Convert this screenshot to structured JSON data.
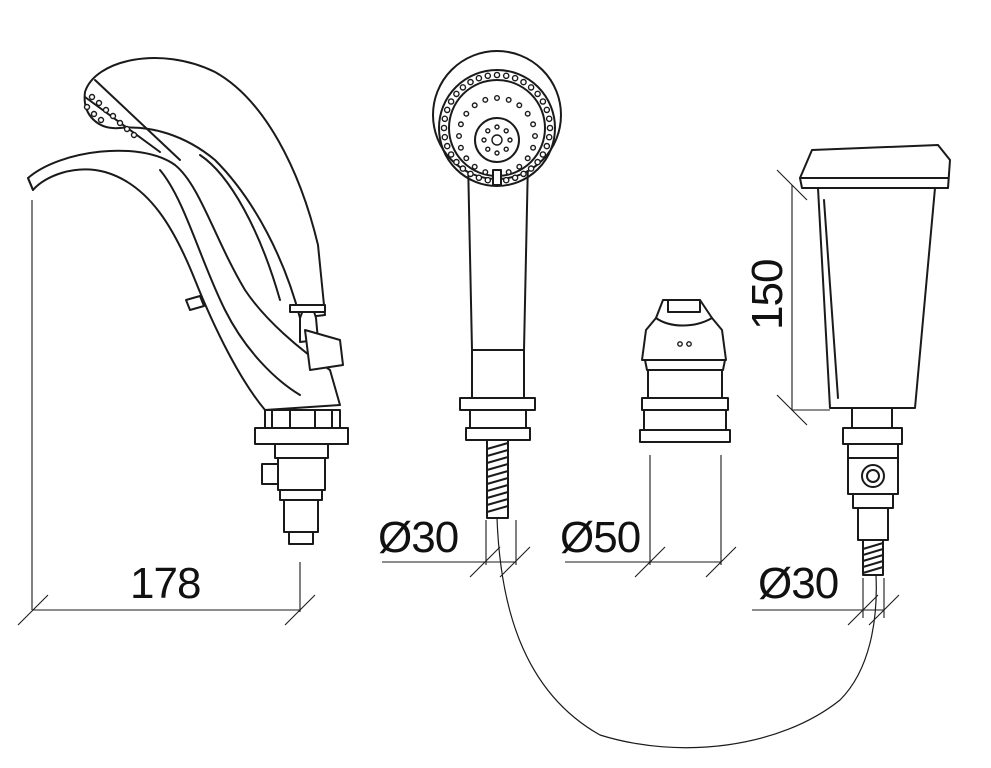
{
  "dimensions": {
    "spout_width": "178",
    "hand_shower_diameter": "Ø30",
    "valve_diameter": "Ø50",
    "lever_diameter": "Ø30",
    "lever_height": "150"
  }
}
